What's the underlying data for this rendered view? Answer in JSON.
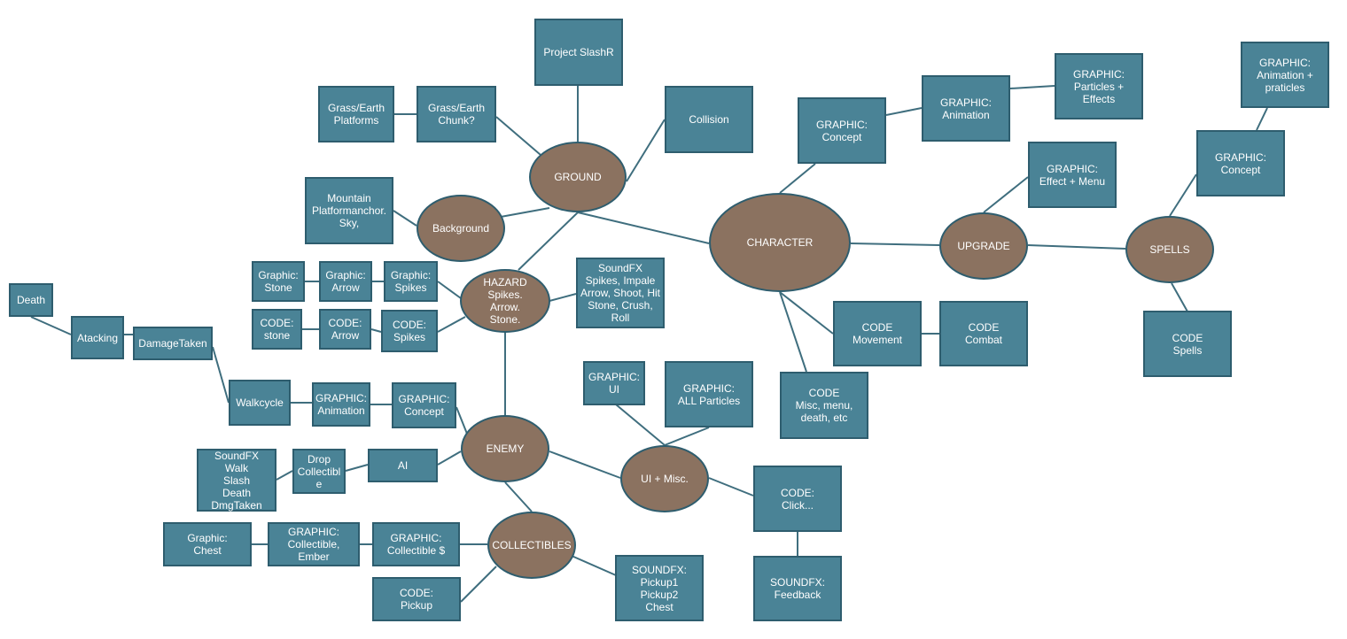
{
  "colors": {
    "box_fill": "#4a8396",
    "hub_fill": "#8b7260",
    "edge": "#3f6e7e",
    "text": "#ffffff"
  },
  "hubs": {
    "ground": "GROUND",
    "background": "Background",
    "hazard": "HAZARD\nSpikes.\nArrow.\nStone.",
    "character": "CHARACTER",
    "upgrade": "UPGRADE",
    "spells": "SPELLS",
    "enemy": "ENEMY",
    "ui_misc": "UI + Misc.",
    "collectibles": "COLLECTIBLES"
  },
  "boxes": {
    "project": "Project SlashR",
    "collision": "Collision",
    "grass_platforms": "Grass/Earth\nPlatforms",
    "grass_chunk": "Grass/Earth\nChunk?",
    "mountain": "Mountain\nPlatformanchor.\nSky,",
    "g_stone": "Graphic:\nStone",
    "g_arrow": "Graphic:\nArrow",
    "g_spikes": "Graphic:\nSpikes",
    "c_stone": "CODE:\nstone",
    "c_arrow": "CODE:\nArrow",
    "c_spikes": "CODE:\nSpikes",
    "hazard_sfx": "SoundFX\nSpikes, Impale\nArrow, Shoot, Hit\nStone, Crush,\nRoll",
    "death": "Death",
    "atacking": "Atacking",
    "damagetaken": "DamageTaken",
    "walkcycle": "Walkcycle",
    "enemy_anim": "GRAPHIC:\nAnimation",
    "enemy_concept": "GRAPHIC:\nConcept",
    "enemy_sfx": "SoundFX\nWalk\nSlash\nDeath\nDmgTaken",
    "drop": "Drop\nCollectibl\ne",
    "ai": "AI",
    "chest": "Graphic:\nChest",
    "ember": "GRAPHIC:\nCollectible,\nEmber",
    "coll_dollar": "GRAPHIC:\nCollectible $",
    "pickup": "CODE:\nPickup",
    "coll_sfx": "SOUNDFX:\nPickup1\nPickup2\nChest",
    "ui_graphic": "GRAPHIC:\nUI",
    "particles_all": "GRAPHIC:\nALL Particles",
    "click": "CODE:\nClick...",
    "feedback": "SOUNDFX:\nFeedback",
    "char_concept": "GRAPHIC:\nConcept",
    "char_anim": "GRAPHIC:\nAnimation",
    "char_particles": "GRAPHIC:\nParticles +\nEffects",
    "upgrade_graphic": "GRAPHIC:\nEffect + Menu",
    "movement": "CODE\nMovement",
    "combat": "CODE\nCombat",
    "misc_code": "CODE\nMisc, menu,\ndeath, etc",
    "spells_concept": "GRAPHIC:\nConcept",
    "spells_anim": "GRAPHIC:\nAnimation +\npraticles",
    "spells_code": "CODE\nSpells"
  }
}
